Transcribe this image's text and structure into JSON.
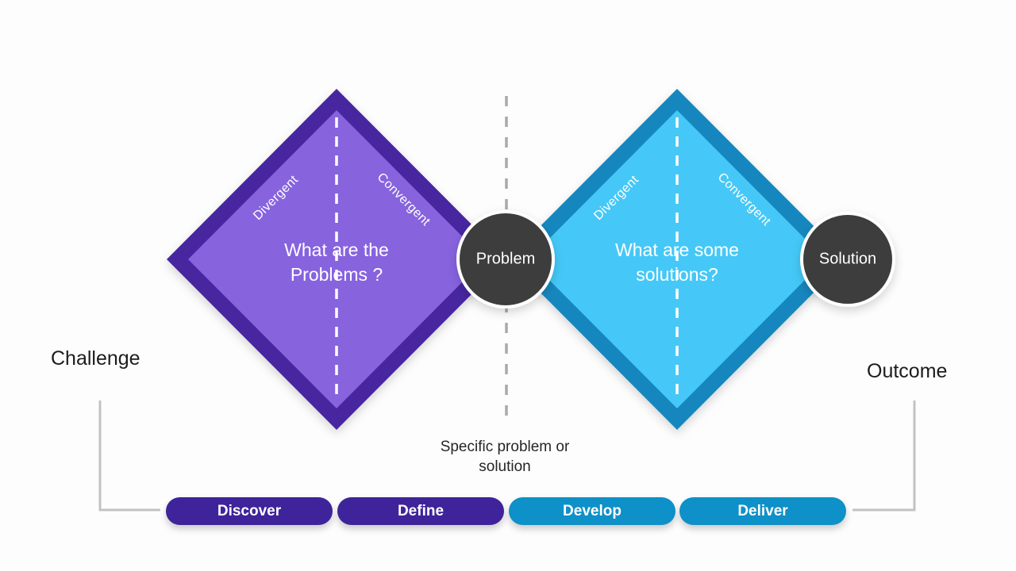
{
  "colors": {
    "problem_diamond_border": "#4628A0",
    "problem_diamond_fill": "#8763DE",
    "solution_diamond_border": "#1787BE",
    "solution_diamond_fill": "#45C8F7",
    "stage_purple": "#3F239B",
    "stage_blue": "#0E90C8",
    "node_circle_fill": "#3D3D3D",
    "center_line_gray": "#A9A9A9",
    "bracket_gray": "#C2C2C2"
  },
  "diamonds": [
    {
      "name": "problem-diamond",
      "divergent_label": "Divergent",
      "convergent_label": "Convergent",
      "question_lines": [
        "What are the",
        "Problems ?"
      ]
    },
    {
      "name": "solution-diamond",
      "divergent_label": "Divergent",
      "convergent_label": "Convergent",
      "question_lines": [
        "What are some",
        "solutions?"
      ]
    }
  ],
  "nodes": {
    "problem_label": "Problem",
    "solution_label": "Solution"
  },
  "side_labels": {
    "challenge": "Challenge",
    "outcome": "Outcome"
  },
  "center_note_lines": [
    "Specific problem or",
    "solution"
  ],
  "stages": [
    {
      "label": "Discover",
      "color": "#3F239B"
    },
    {
      "label": "Define",
      "color": "#3F239B"
    },
    {
      "label": "Develop",
      "color": "#0E90C8"
    },
    {
      "label": "Deliver",
      "color": "#0E90C8"
    }
  ]
}
